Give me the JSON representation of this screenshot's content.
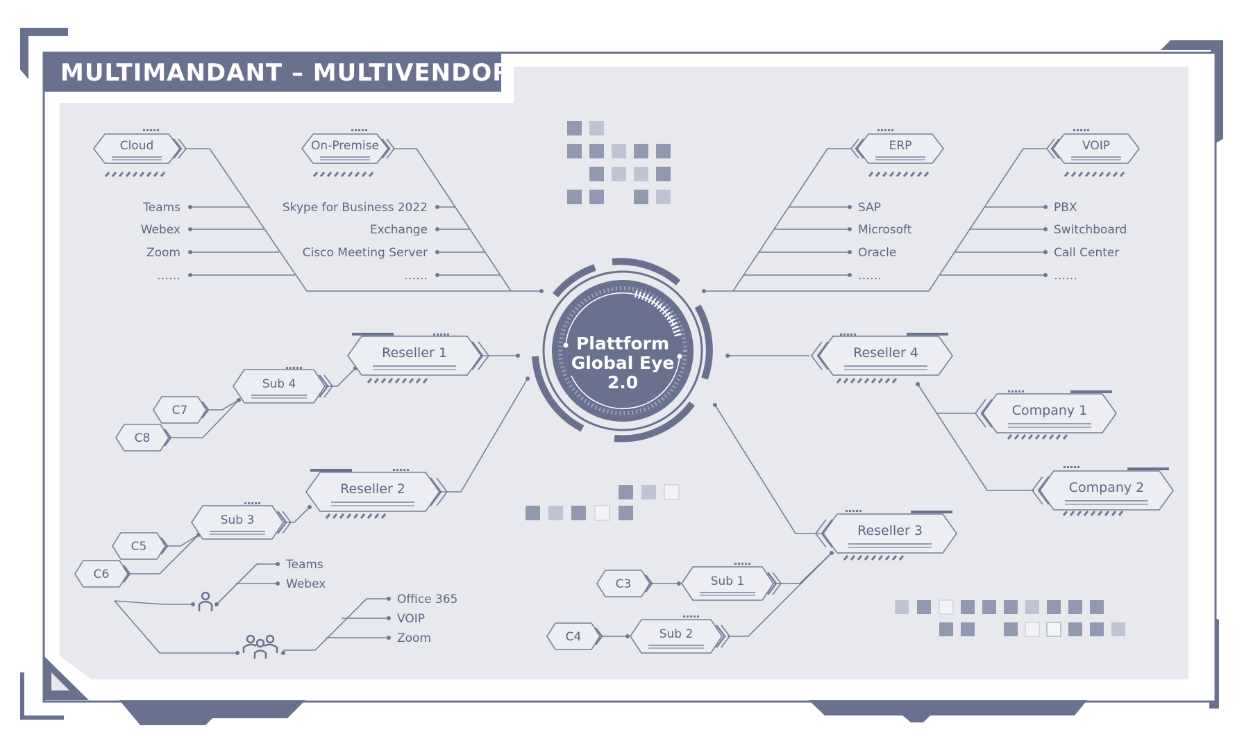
{
  "title": "MULTIMANDANT – MULTIVENDOR",
  "center": {
    "line1": "Plattform",
    "line2": "Global Eye",
    "line3": "2.0"
  },
  "cloud": {
    "label": "Cloud",
    "items": [
      "Teams",
      "Webex",
      "Zoom",
      "……"
    ]
  },
  "onpremise": {
    "label": "On-Premise",
    "items": [
      "Skype for Business 2022",
      "Exchange",
      "Cisco Meeting Server",
      "……"
    ]
  },
  "erp": {
    "label": "ERP",
    "items": [
      "SAP",
      "Microsoft",
      "Oracle",
      "……"
    ]
  },
  "voip": {
    "label": "VOIP",
    "items": [
      "PBX",
      "Switchboard",
      "Call Center",
      "……"
    ]
  },
  "reseller1": {
    "label": "Reseller 1",
    "sub": "Sub 4",
    "customers": [
      "C7",
      "C8"
    ]
  },
  "reseller2": {
    "label": "Reseller 2",
    "sub": "Sub 3",
    "customers": [
      "C5",
      "C6"
    ],
    "user_items": [
      "Teams",
      "Webex"
    ],
    "group_items": [
      "Office 365",
      "VOIP",
      "Zoom"
    ]
  },
  "reseller3": {
    "label": "Reseller 3",
    "subs": [
      "Sub 1",
      "Sub 2"
    ],
    "customers": [
      "C3",
      "C4"
    ]
  },
  "reseller4": {
    "label": "Reseller 4",
    "companies": [
      "Company 1",
      "Company 2"
    ]
  },
  "colors": {
    "accent": "#69718f",
    "line": "#767d98",
    "panel": "#e8e9ee",
    "text": "#5d6584",
    "tile_dark": "#9298b0",
    "tile_light": "#bfc3d2"
  }
}
